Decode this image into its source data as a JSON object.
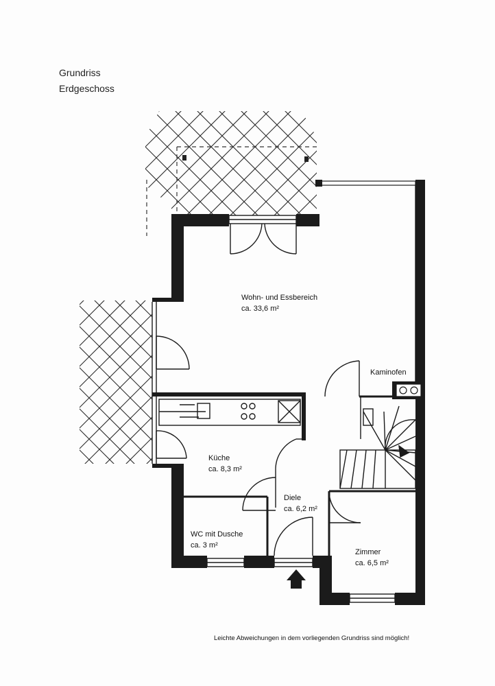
{
  "header": {
    "title_line1": "Grundriss",
    "title_line2": "Erdgeschoss"
  },
  "rooms": [
    {
      "name": "Wohn- und Essbereich",
      "area": "ca. 33,6 m²"
    },
    {
      "name": "Kaminofen",
      "area": ""
    },
    {
      "name": "Küche",
      "area": "ca. 8,3 m²"
    },
    {
      "name": "Diele",
      "area": "ca. 6,2 m²"
    },
    {
      "name": "WC mit Dusche",
      "area": "ca. 3 m²"
    },
    {
      "name": "Zimmer",
      "area": "ca. 6,5 m²"
    }
  ],
  "footer": {
    "disclaimer": "Leichte Abweichungen in dem vorliegenden Grundriss sind möglich!"
  }
}
